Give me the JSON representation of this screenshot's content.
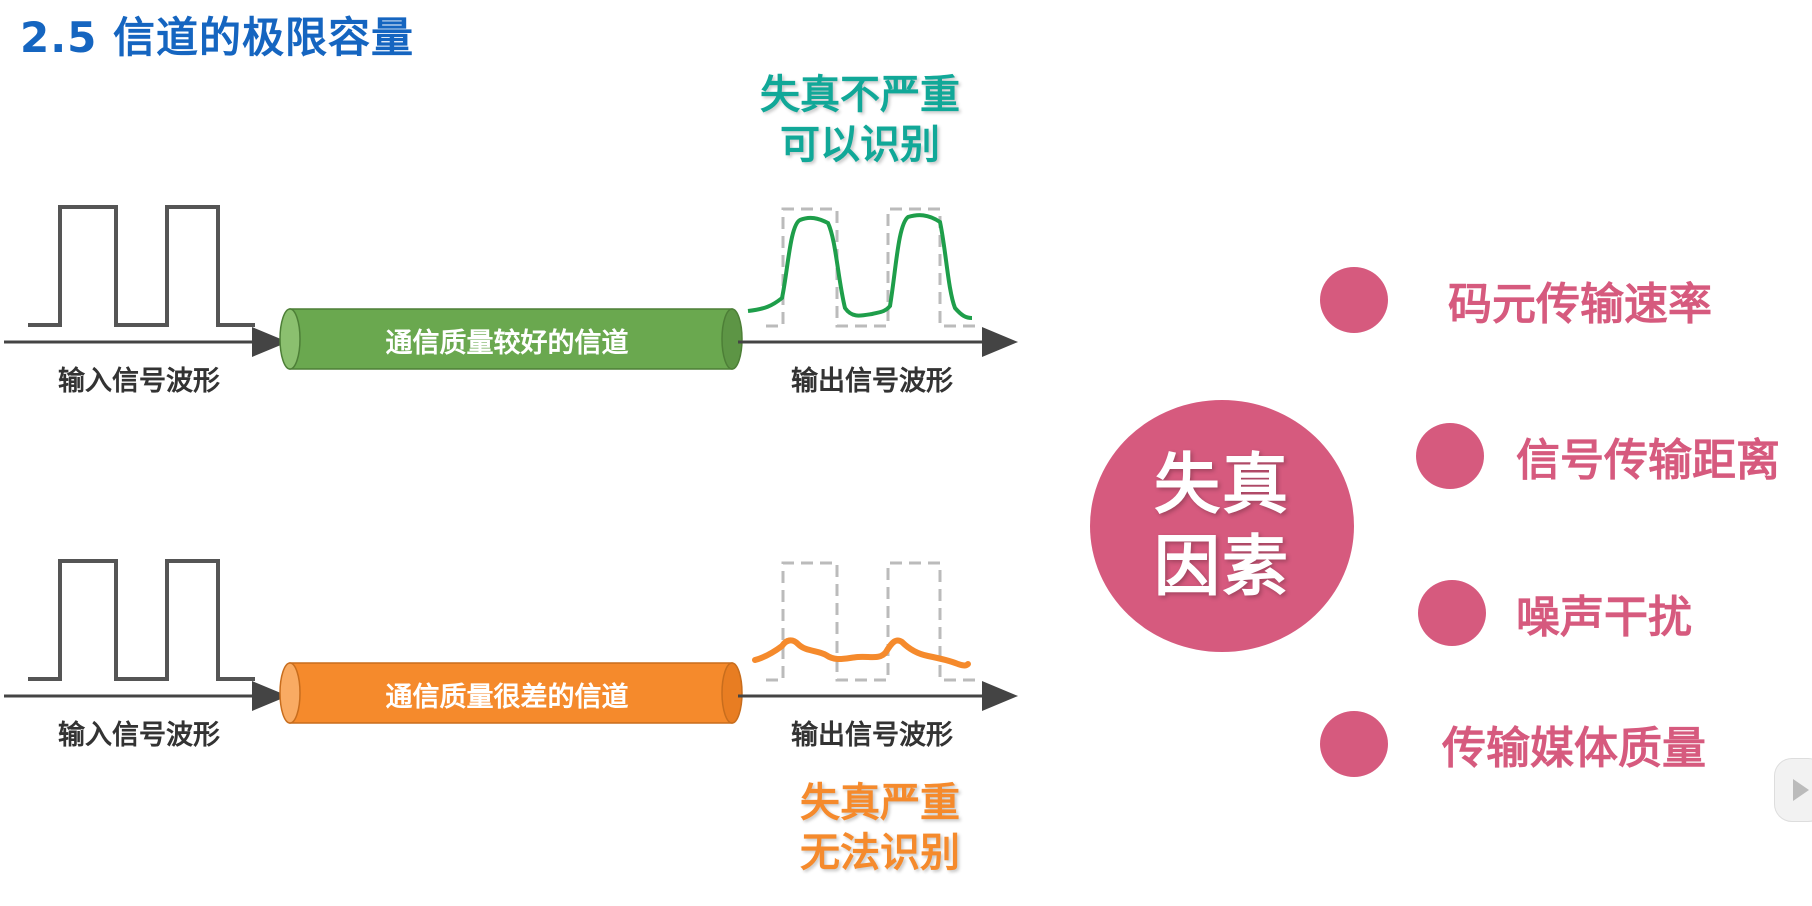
{
  "title": "2.5 信道的极限容量",
  "good": {
    "caption": [
      "失真不严重",
      "可以识别"
    ],
    "channel_label": "通信质量较好的信道",
    "input_label": "输入信号波形",
    "output_label": "输出信号波形"
  },
  "bad": {
    "caption": [
      "失真严重",
      "无法识别"
    ],
    "channel_label": "通信质量很差的信道",
    "input_label": "输入信号波形",
    "output_label": "输出信号波形"
  },
  "factors": {
    "center": [
      "失真",
      "因素"
    ],
    "items": [
      "码元传输速率",
      "信号传输距离",
      "噪声干扰",
      "传输媒体质量"
    ]
  },
  "colors": {
    "title": "#1565c0",
    "good_channel": "#6aa84f",
    "bad_channel": "#f58a2c",
    "good_caption": "#11a898",
    "good_wave": "#1e9e4a",
    "factor": "#d65a7e"
  }
}
